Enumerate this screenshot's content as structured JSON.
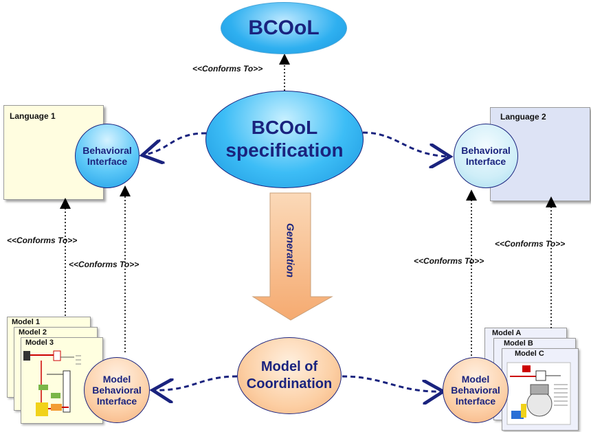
{
  "bcool": {
    "label": "BCOoL"
  },
  "spec": {
    "line1": "BCOoL",
    "line2": "specification"
  },
  "language1": {
    "title": "Language 1",
    "bi_line1": "Behavioral",
    "bi_line2": "Interface"
  },
  "language2": {
    "title": "Language 2",
    "bi_line1": "Behavioral",
    "bi_line2": "Interface"
  },
  "generation": {
    "label": "Generation"
  },
  "coordination": {
    "line1": "Model of",
    "line2": "Coordination"
  },
  "mbi_left": {
    "line1": "Model",
    "line2": "Behavioral",
    "line3": "Interface"
  },
  "mbi_right": {
    "line1": "Model",
    "line2": "Behavioral",
    "line3": "Interface"
  },
  "models_left": [
    "Model 1",
    "Model 2",
    "Model 3"
  ],
  "models_right": [
    "Model A",
    "Model B",
    "Model C"
  ],
  "conforms": {
    "top": "<<Conforms To>>",
    "left_lang": "<<Conforms To>>",
    "left_bi": "<<Conforms To>>",
    "right_bi": "<<Conforms To>>",
    "right_lang": "<<Conforms To>>"
  },
  "colors": {
    "blue_grad_top": "#cfefff",
    "blue_grad_bottom": "#1aa0e8",
    "dark_blue_text": "#1a237e",
    "orange_grad_top": "#fde3cd",
    "orange_grad_bottom": "#f6b07c",
    "light_blue_grad": "#e8f6fa",
    "dashed_line": "#1a237e"
  }
}
